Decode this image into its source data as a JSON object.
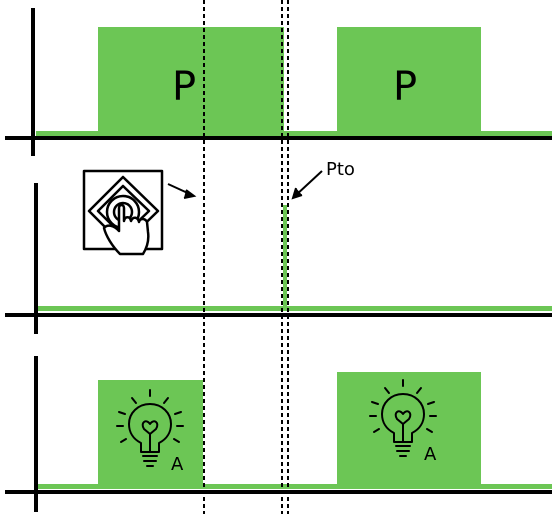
{
  "colors": {
    "signal": "#6cc655",
    "axis": "#000000",
    "background": "#ffffff"
  },
  "rows": [
    {
      "id": "pulse-signal",
      "pulses": [
        {
          "label": "P"
        },
        {
          "label": "P"
        }
      ]
    },
    {
      "id": "button-signal",
      "icon": "push-button-icon",
      "annotation": "Pto"
    },
    {
      "id": "lamp-signal",
      "icon": "light-bulb-icon",
      "pulses": [
        {
          "label": "A"
        },
        {
          "label": "A"
        }
      ]
    }
  ]
}
